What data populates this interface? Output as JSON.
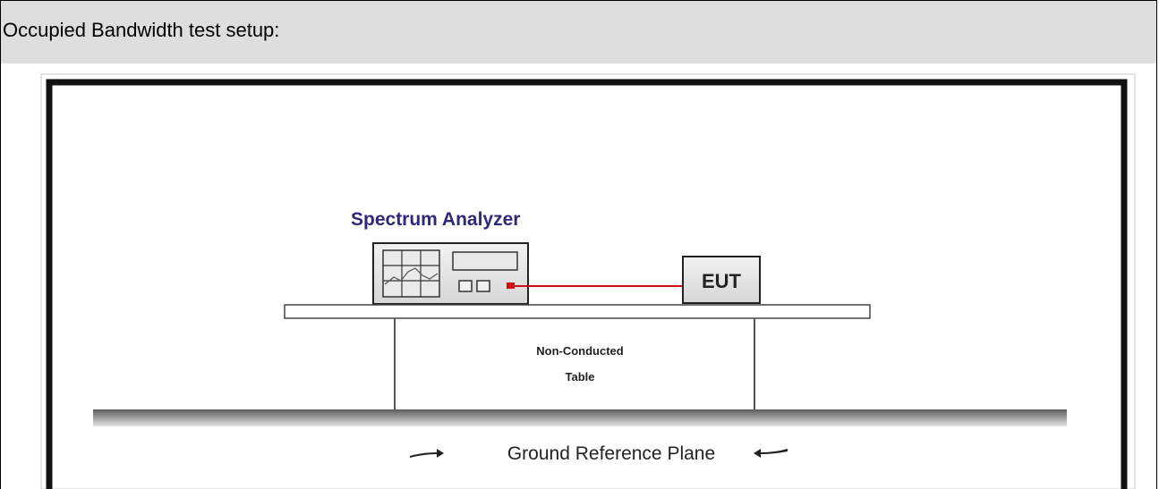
{
  "header": {
    "title": "Occupied Bandwidth test setup:"
  },
  "diagram": {
    "analyzer_label": "Spectrum Analyzer",
    "eut_label": "EUT",
    "table_label_line1": "Non-Conducted",
    "table_label_line2": "Table",
    "ground_label": "Ground Reference Plane",
    "colors": {
      "analyzer_label": "#2e2a78",
      "cable": "#cc1111",
      "frame": "#111111",
      "ground_top": "#5a5a5a",
      "ground_bottom": "#e4e4e4"
    }
  }
}
